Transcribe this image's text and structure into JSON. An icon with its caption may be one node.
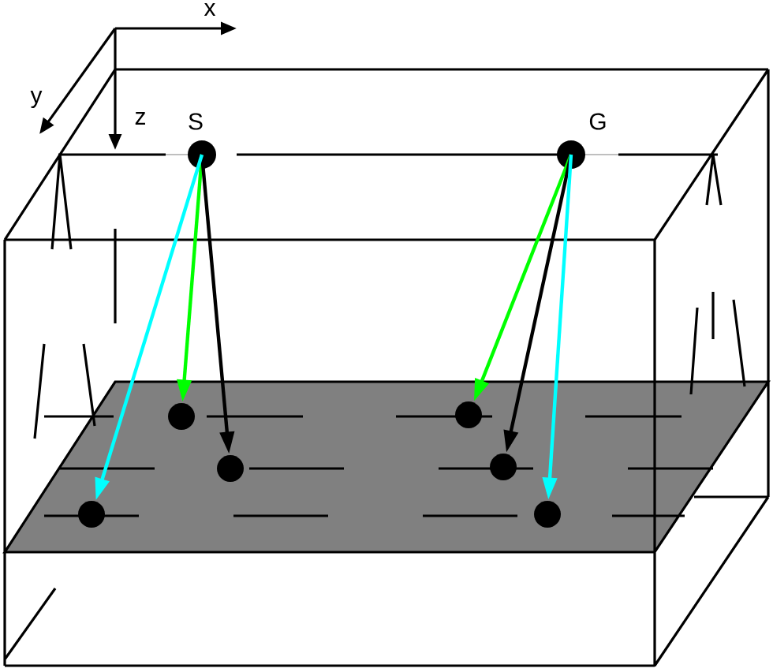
{
  "diagram": {
    "nodes": [
      {
        "text": [
          "S"
        ]
      },
      {
        "text": [
          "G"
        ]
      },
      {
        "text": [],
        "shape": "circle"
      },
      {
        "text": [],
        "shape": "circle"
      },
      {
        "text": [],
        "shape": "circle"
      },
      {
        "text": [],
        "shape": "circle"
      },
      {
        "text": [],
        "shape": "circle"
      },
      {
        "text": [],
        "shape": "circle"
      }
    ],
    "edges": [
      {
        "from": 0,
        "to": 2,
        "arrow": "to",
        "color": "#00ff00"
      },
      {
        "from": 0,
        "to": 3,
        "arrow": "to",
        "color": "#000000"
      },
      {
        "from": 0,
        "to": 4,
        "arrow": "to",
        "color": "#00ffff"
      },
      {
        "from": 1,
        "to": 5,
        "arrow": "to",
        "color": "#00ff00"
      },
      {
        "from": 1,
        "to": 6,
        "arrow": "to",
        "color": "#000000"
      },
      {
        "from": 1,
        "to": 7,
        "arrow": "to",
        "color": "#00ffff"
      }
    ],
    "labels": [
      "x",
      "y",
      "z"
    ]
  }
}
